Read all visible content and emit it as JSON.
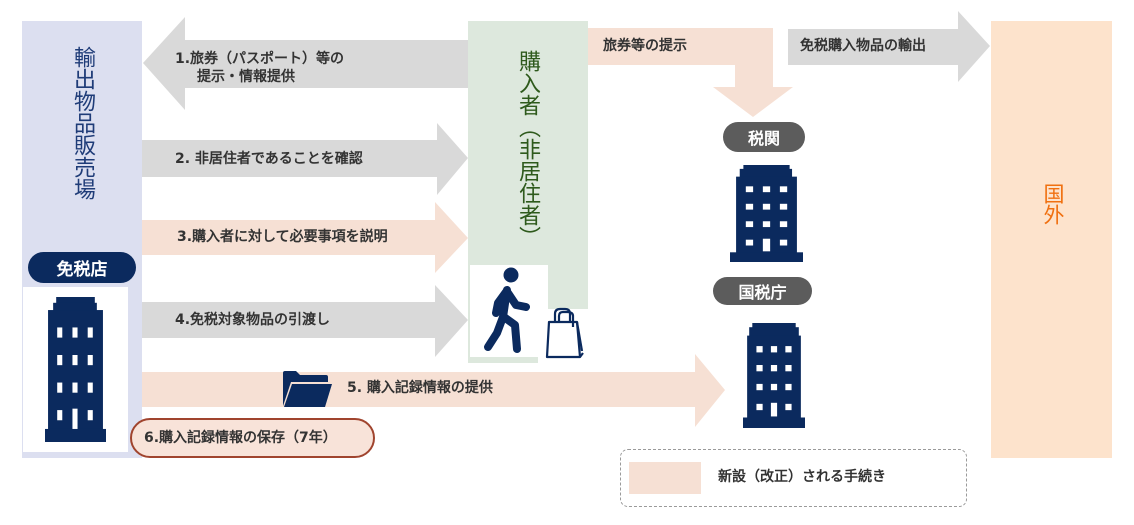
{
  "colors": {
    "gray_arrow": "#d9d9d9",
    "new_procedure": "#f6e0d4",
    "navy_icon": "#0b2a5e",
    "left_panel": "#dcdff0",
    "buyer_panel": "#dde8dd",
    "overseas_panel": "#fde3cc",
    "overseas_text": "#f07010",
    "agency_pill": "#5c5c5c",
    "step6_border": "#a0442e"
  },
  "left_panel": {
    "title": "輸出物品販売場",
    "store_label": "免税店",
    "icon": "building-icon"
  },
  "buyer_panel": {
    "title": "購入者（非居住者）",
    "icons": [
      "walking-person-icon",
      "shopping-bag-icon"
    ]
  },
  "overseas_panel": {
    "title": "国外"
  },
  "agencies": {
    "customs": {
      "label": "税関",
      "icon": "building-icon"
    },
    "nta": {
      "label": "国税庁",
      "icon": "building-icon"
    }
  },
  "steps": [
    {
      "line1": "1.旅券（パスポート）等の",
      "line2": "提示・情報提供",
      "direction": "left",
      "new": false
    },
    {
      "label": "2. 非居住者であることを確認",
      "direction": "right",
      "new": false
    },
    {
      "label": "3.購入者に対して必要事項を説明",
      "direction": "right",
      "new": true
    },
    {
      "label": "4.免税対象物品の引渡し",
      "direction": "right",
      "new": false
    },
    {
      "label": "5. 購入記録情報の提供",
      "direction": "right",
      "new": true,
      "icon": "folder-icon"
    },
    {
      "label": "6.購入記録情報の保存（7年）",
      "new": true
    }
  ],
  "passport_arrow": {
    "label": "旅券等の提示",
    "new": true
  },
  "export_arrow": {
    "label": "免税購入物品の輸出",
    "new": false
  },
  "legend": {
    "label": "新設（改正）される手続き"
  }
}
